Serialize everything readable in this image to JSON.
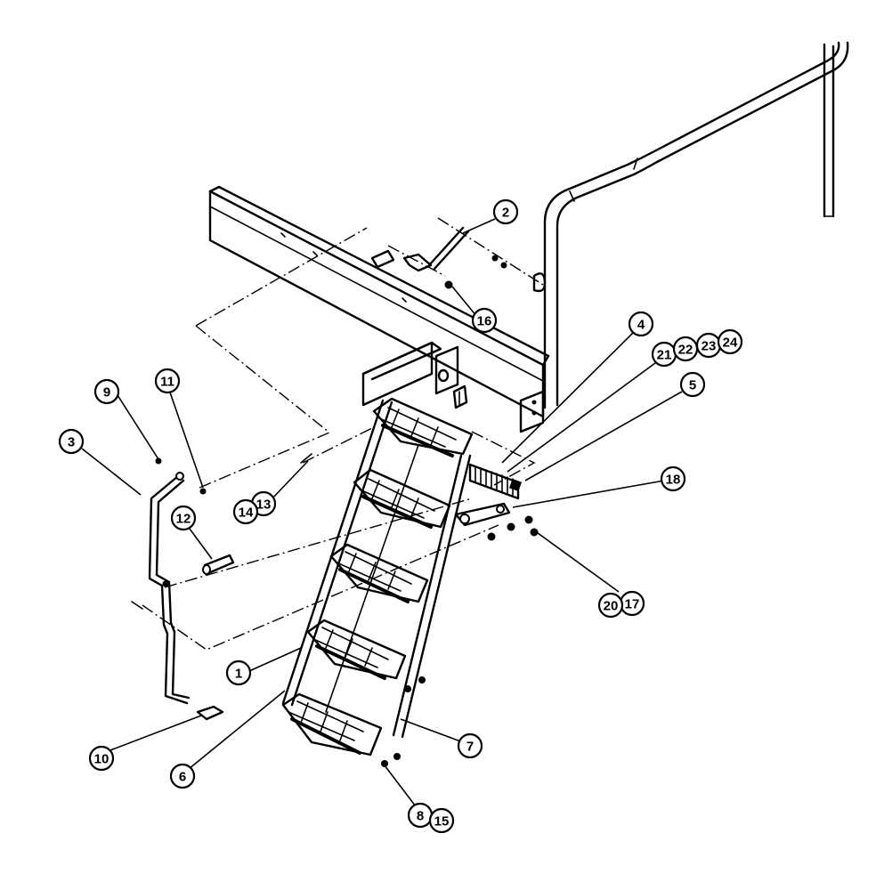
{
  "diagram": {
    "type": "exploded-parts-diagram",
    "callouts": [
      {
        "id": "callout-1",
        "label": "1"
      },
      {
        "id": "callout-2",
        "label": "2"
      },
      {
        "id": "callout-3",
        "label": "3"
      },
      {
        "id": "callout-4",
        "label": "4"
      },
      {
        "id": "callout-5",
        "label": "5"
      },
      {
        "id": "callout-6",
        "label": "6"
      },
      {
        "id": "callout-7",
        "label": "7"
      },
      {
        "id": "callout-8",
        "label": "8"
      },
      {
        "id": "callout-9",
        "label": "9"
      },
      {
        "id": "callout-10",
        "label": "10"
      },
      {
        "id": "callout-11",
        "label": "11"
      },
      {
        "id": "callout-12",
        "label": "12"
      },
      {
        "id": "callout-13",
        "label": "13"
      },
      {
        "id": "callout-14",
        "label": "14"
      },
      {
        "id": "callout-15",
        "label": "15"
      },
      {
        "id": "callout-16",
        "label": "16"
      },
      {
        "id": "callout-17",
        "label": "17"
      },
      {
        "id": "callout-18",
        "label": "18"
      },
      {
        "id": "callout-20",
        "label": "20"
      },
      {
        "id": "callout-21",
        "label": "21"
      },
      {
        "id": "callout-22",
        "label": "22"
      },
      {
        "id": "callout-23",
        "label": "23"
      },
      {
        "id": "callout-24",
        "label": "24"
      }
    ]
  }
}
